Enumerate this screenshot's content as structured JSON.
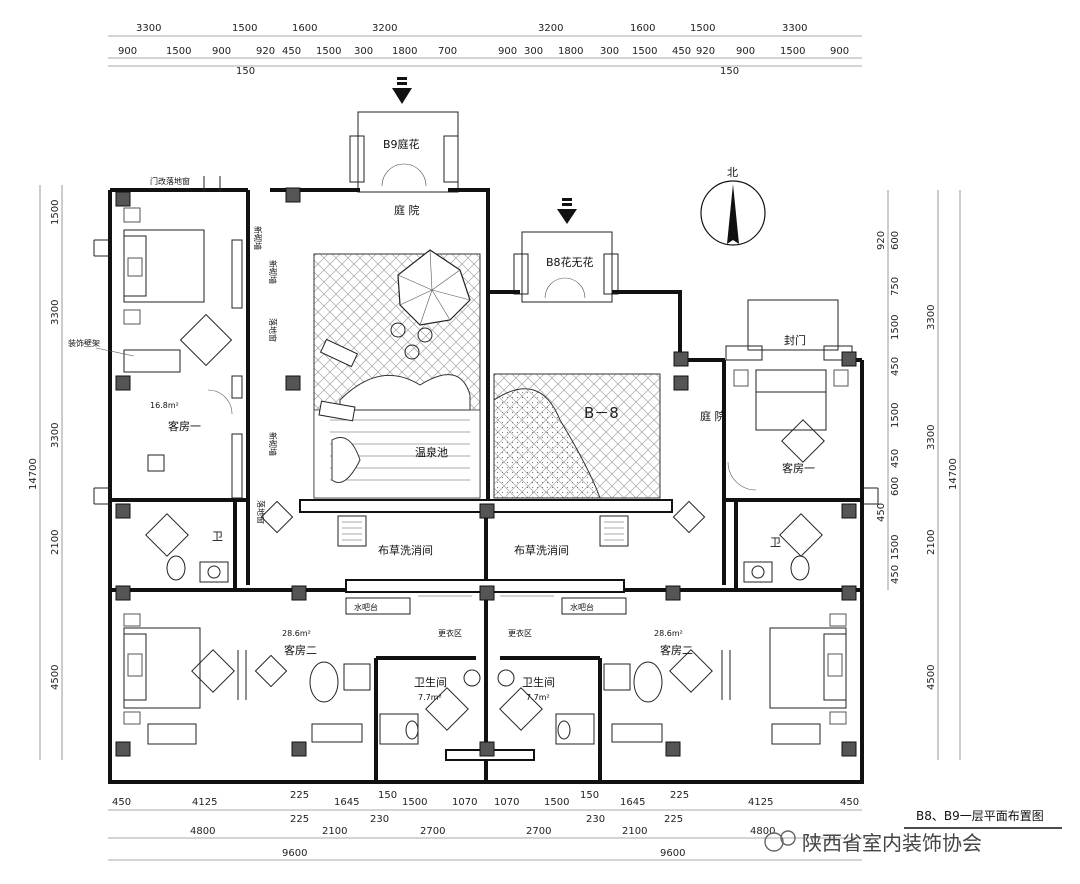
{
  "dims": {
    "top_row1": [
      "3300",
      "1500",
      "1600",
      "3200",
      "3200",
      "1600",
      "1500",
      "3300"
    ],
    "top_row2": [
      "900",
      "1500",
      "900",
      "920",
      "450",
      "1500",
      "300",
      "1800",
      "700",
      "900",
      "300",
      "1800",
      "300",
      "1500",
      "450",
      "920",
      "900",
      "1500",
      "900"
    ],
    "top_small": [
      "150",
      "150"
    ],
    "left": [
      "1500",
      "3300",
      "3300",
      "2100",
      "4500"
    ],
    "left_total": "14700",
    "right": [
      "920",
      "600",
      "750",
      "1500",
      "450",
      "1500",
      "450",
      "600",
      "450",
      "1500",
      "450"
    ],
    "right_outer": [
      "3300",
      "3300",
      "2100",
      "4500"
    ],
    "right_total": "14700",
    "bottom_row1": [
      "450",
      "4125",
      "225",
      "1645",
      "150",
      "1500",
      "1070",
      "1070",
      "1500",
      "150",
      "1645",
      "225",
      "4125",
      "450"
    ],
    "bottom_row2": [
      "225",
      "230",
      "230",
      "225"
    ],
    "bottom_row3": [
      "4800",
      "2100",
      "2700",
      "2700",
      "2100",
      "4800"
    ],
    "bottom_total": [
      "9600",
      "9600"
    ]
  },
  "labels": {
    "north": "北",
    "b9_flower": "B9庭花",
    "b8_flower": "B8花无花",
    "courtyard_top": "庭 院",
    "hot_spring": "温泉池",
    "b8_mark": "B－8",
    "courtyard_right": "庭 院",
    "guest1_left": "客房一",
    "guest1_left_area": "16.8m²",
    "guest1_right": "客房一",
    "guest2_left": "客房二",
    "guest2_left_area": "28.6m²",
    "guest2_right": "客房二",
    "guest2_right_area": "28.6m²",
    "laundry_left": "布草洗消间",
    "laundry_right": "布草洗消间",
    "changing_left": "更衣区",
    "changing_right": "更衣区",
    "bath_left": "卫生间",
    "bath_left_area": "7.7m²",
    "bath_right": "卫生间",
    "bath_right_area": "7.7m²",
    "wc_left": "卫",
    "wc_right": "卫",
    "door_top_left": "门改落地窗",
    "decor_cabinet": "装饰壁架",
    "seal_door": "封门",
    "vert1": "新砌墙",
    "vert2": "新砌墙",
    "vert3": "落地窗",
    "vert4": "新砌墙",
    "vert5": "落地窗",
    "sink_left": "水吧台",
    "sink_right": "水吧台"
  },
  "title": "B8、B9一层平面布置图",
  "watermark": "陕西省室内装饰协会"
}
